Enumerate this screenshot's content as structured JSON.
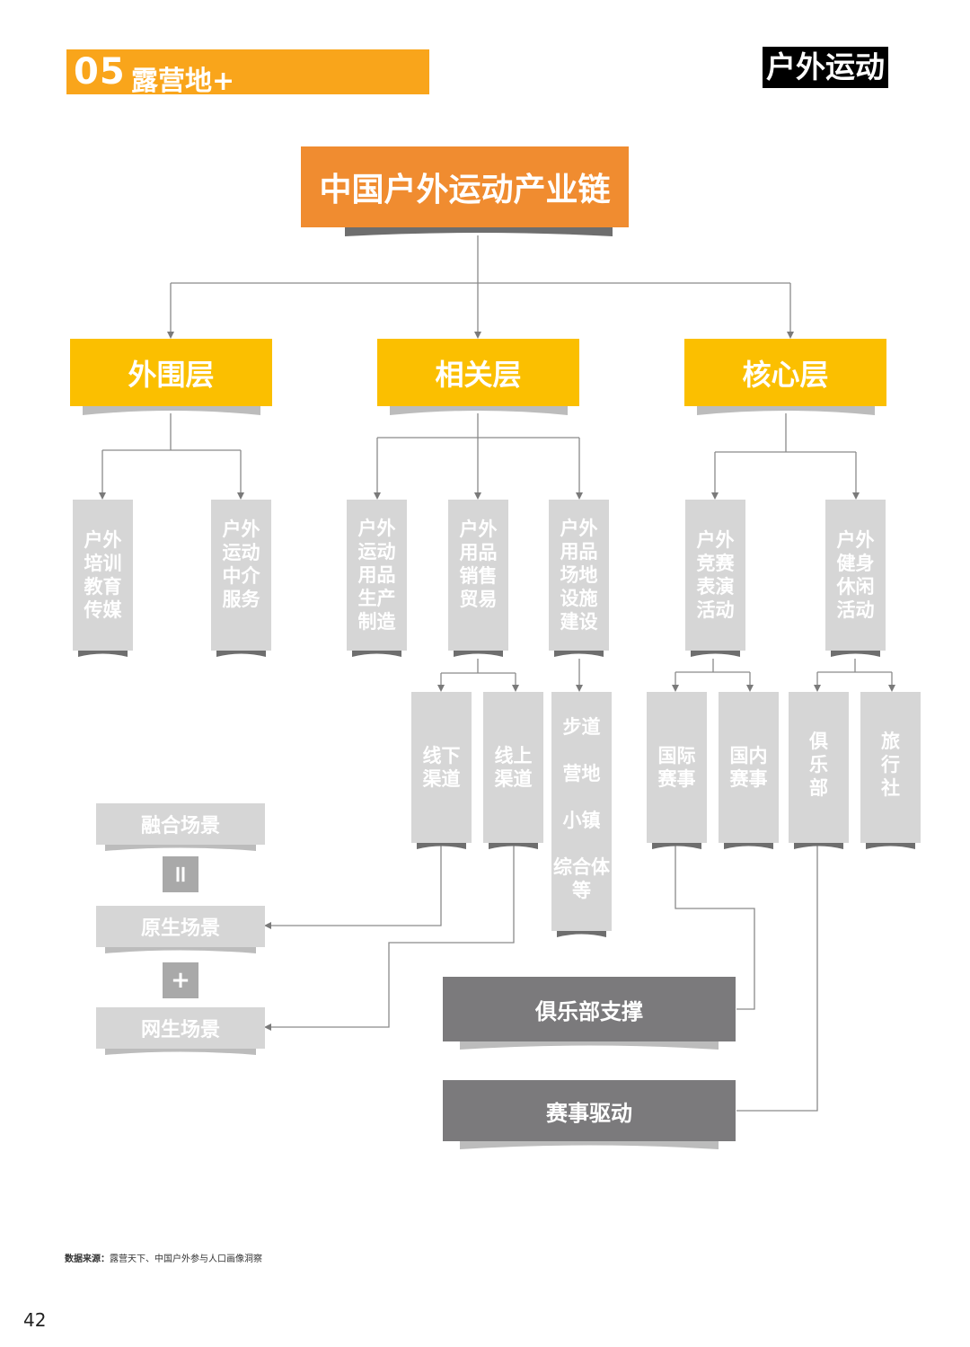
{
  "header": {
    "section_number": "05",
    "section_title": "露营地+",
    "category_badge": "户外运动"
  },
  "diagram": {
    "root": "中国户外运动产业链",
    "layers": [
      {
        "label": "外围层",
        "children": [
          "户外培训教育传媒",
          "户外运动中介服务"
        ]
      },
      {
        "label": "相关层",
        "children": [
          "户外运动用品生产制造",
          "户外用品销售贸易",
          "户外用品场地设施建设"
        ]
      },
      {
        "label": "核心层",
        "children": [
          "户外竞赛表演活动",
          "户外健身休闲活动"
        ]
      }
    ],
    "sales_channels": [
      "线下渠道",
      "线上渠道"
    ],
    "facilities": [
      "步道",
      "营地",
      "小镇",
      "综合体等"
    ],
    "competitions": [
      "国际赛事",
      "国内赛事"
    ],
    "leisure_orgs": [
      "俱乐部",
      "旅行社"
    ],
    "scenes": {
      "fusion": "融合场景",
      "equals": "=",
      "native": "原生场景",
      "plus": "+",
      "online": "网生场景"
    },
    "drivers": {
      "club_support": "俱乐部支撑",
      "event_driven": "赛事驱动"
    }
  },
  "footer": {
    "source_label": "数据来源：",
    "source_text": "露营天下、中国户外参与人口画像洞察",
    "page_number": "42"
  },
  "colors": {
    "header_orange": "#f9a51b",
    "root_orange": "#f08c30",
    "layer_yellow": "#fbbf00",
    "leaf_gray": "#d6d6d6",
    "dark_gray": "#7b7a7c",
    "connector_gray": "#8a8a8a"
  }
}
